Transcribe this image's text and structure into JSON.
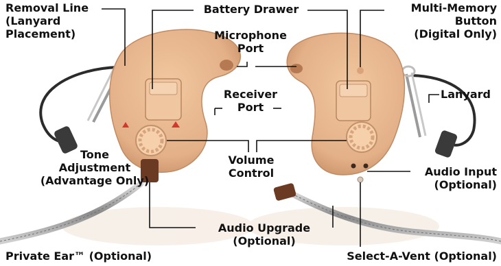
{
  "labels": {
    "removal_line": [
      "Removal Line",
      "(Lanyard",
      "Placement)"
    ],
    "battery_drawer": "Battery Drawer",
    "multi_memory": [
      "Multi-Memory",
      "Button",
      "(Digital Only)"
    ],
    "microphone_port": [
      "Microphone",
      "Port"
    ],
    "receiver_port": [
      "Receiver",
      "Port"
    ],
    "lanyard": "Lanyard",
    "tone_adjustment": [
      "Tone",
      "Adjustment",
      "(Advantage Only)"
    ],
    "volume_control": [
      "Volume",
      "Control"
    ],
    "audio_input": [
      "Audio Input",
      "(Optional)"
    ],
    "audio_upgrade": [
      "Audio Upgrade",
      "(Optional)"
    ],
    "private_ear": "Private Ear™ (Optional)",
    "select_a_vent": "Select-A-Vent (Optional)"
  },
  "colors": {
    "shell": "#e8b98f",
    "shell_shadow": "#c98f63",
    "dial": "#f3c9a2",
    "leader_line": "#111111",
    "connector": "#6b3a22",
    "lanyard_cord": "#2b2b2b",
    "arrow_marks": "#d4382d"
  }
}
